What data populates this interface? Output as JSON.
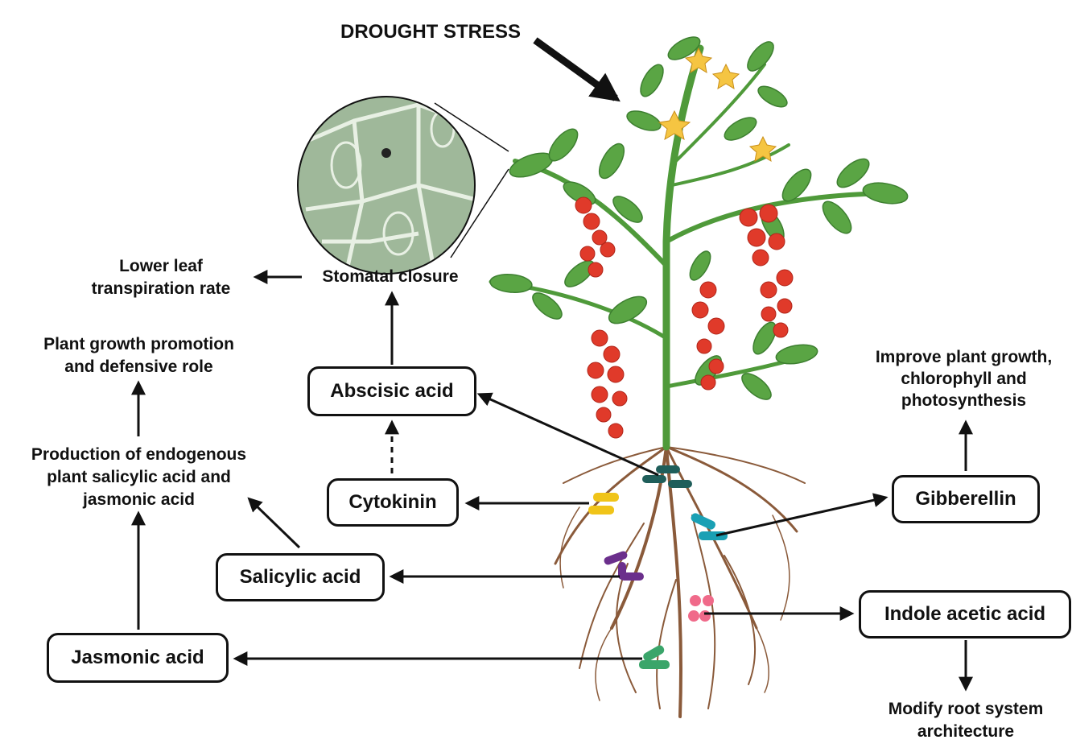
{
  "title": "DROUGHT STRESS",
  "effects": {
    "stomatal_closure": "Stomatal closure",
    "lower_transpiration": [
      "Lower leaf",
      "transpiration rate"
    ],
    "growth_promotion": [
      "Plant growth promotion",
      "and defensive role"
    ],
    "endogenous_production": [
      "Production of endogenous",
      "plant salicylic acid and",
      "jasmonic acid"
    ],
    "improve_growth": [
      "Improve plant growth,",
      "chlorophyll and",
      "photosynthesis"
    ],
    "root_architecture": [
      "Modify root system",
      "architecture"
    ]
  },
  "hormones": {
    "abscisic_acid": "Abscisic acid",
    "cytokinin": "Cytokinin",
    "salicylic_acid": "Salicylic acid",
    "jasmonic_acid": "Jasmonic acid",
    "gibberellin": "Gibberellin",
    "indole_acetic_acid": "Indole acetic acid"
  },
  "colors": {
    "text": "#111111",
    "leaf": "#5aa544",
    "leaf_dark": "#3d7f30",
    "stem": "#4f9a3a",
    "root": "#8a5a3a",
    "tomato": "#e03a2a",
    "flower": "#f5c542",
    "microbe_abscisic": "#1f5e5a",
    "microbe_cytokinin": "#f0c419",
    "microbe_gibberellin": "#1aa0b4",
    "microbe_salicylic": "#6b2f8c",
    "microbe_indole": "#f06a8a",
    "microbe_jasmonic": "#3aa56a",
    "stomata_bg": "#9fb89a"
  }
}
